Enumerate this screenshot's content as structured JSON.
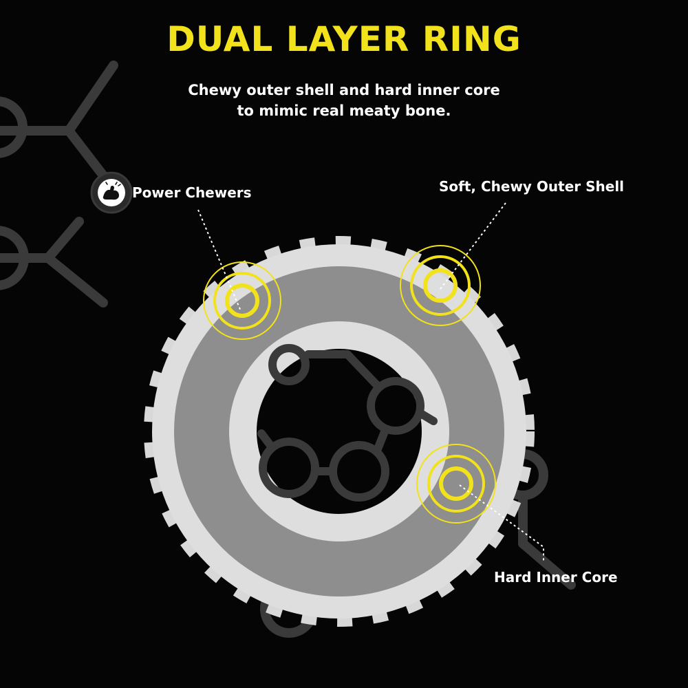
{
  "header": {
    "title": "DUAL LAYER RING",
    "subtitle_lines": [
      "Chewy outer shell and hard inner core",
      "to mimic real meaty bone."
    ]
  },
  "callouts": {
    "power_chewers": "Power Chewers",
    "outer_shell": "Soft, Chewy Outer Shell",
    "inner_core": "Hard Inner Core"
  },
  "colors": {
    "accent_yellow": "#F2E21B",
    "background": "#050505",
    "text_white": "#FFFFFF",
    "ring_light": "#DEDEDE",
    "ring_core": "#8E8E8E",
    "hex_pattern": "#3A3A3A"
  },
  "icons": {
    "badge": "flexing-arm-icon"
  }
}
